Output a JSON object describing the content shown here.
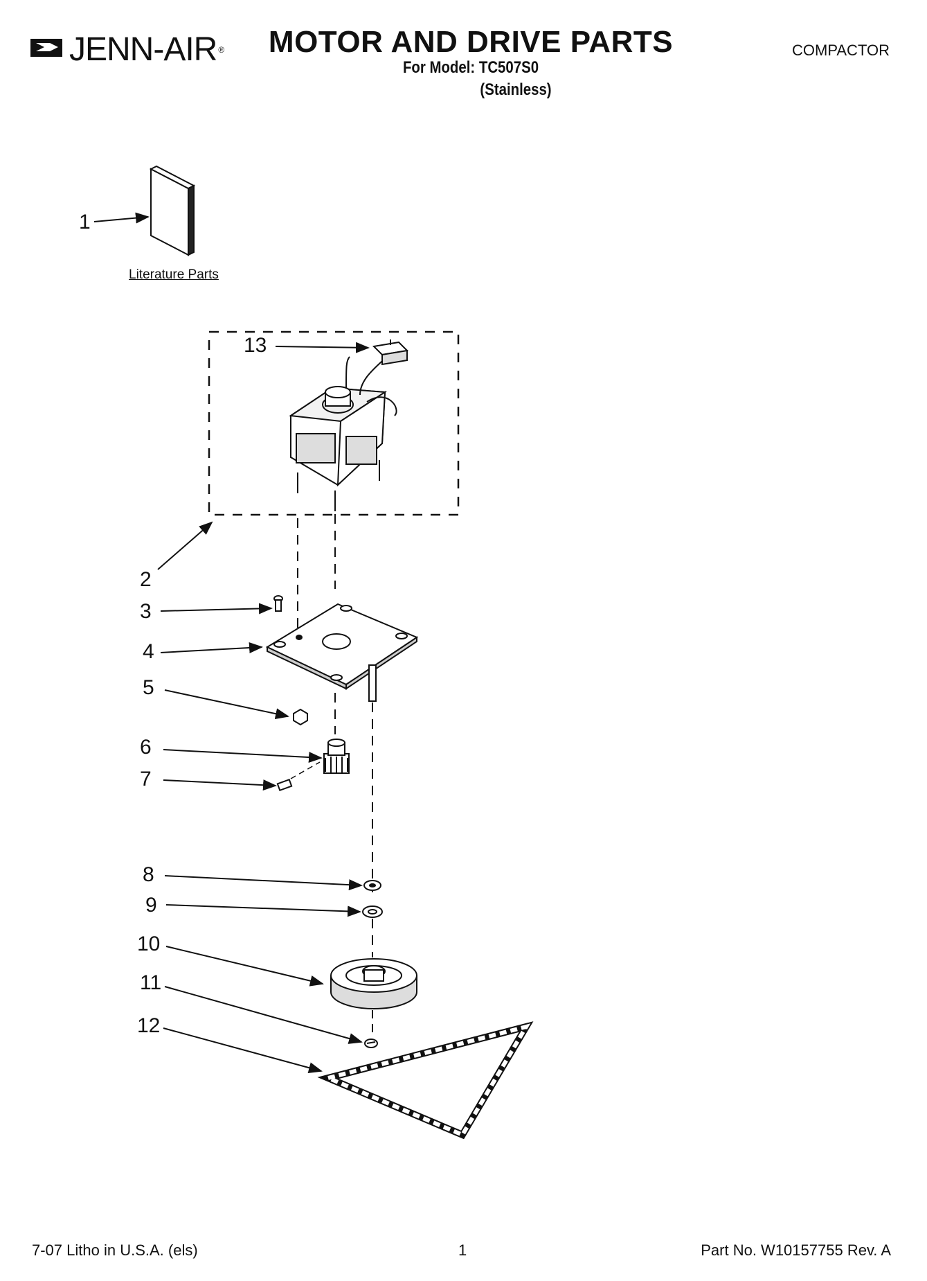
{
  "header": {
    "brand": "JENN-AIR",
    "brand_mark": "®",
    "title": "MOTOR AND DRIVE PARTS",
    "model_line": "For Model: TC507S0",
    "finish_line": "(Stainless)",
    "category": "COMPACTOR"
  },
  "literature": {
    "caption": "Literature Parts",
    "callout": "1"
  },
  "callouts": [
    "13",
    "2",
    "3",
    "4",
    "5",
    "6",
    "7",
    "8",
    "9",
    "10",
    "11",
    "12"
  ],
  "footer": {
    "litho": "7-07 Litho in U.S.A. (els)",
    "page": "1",
    "part_no": "Part No. W10157755 Rev. A"
  },
  "icons": {
    "logo": "jenn-air-logo-icon"
  }
}
